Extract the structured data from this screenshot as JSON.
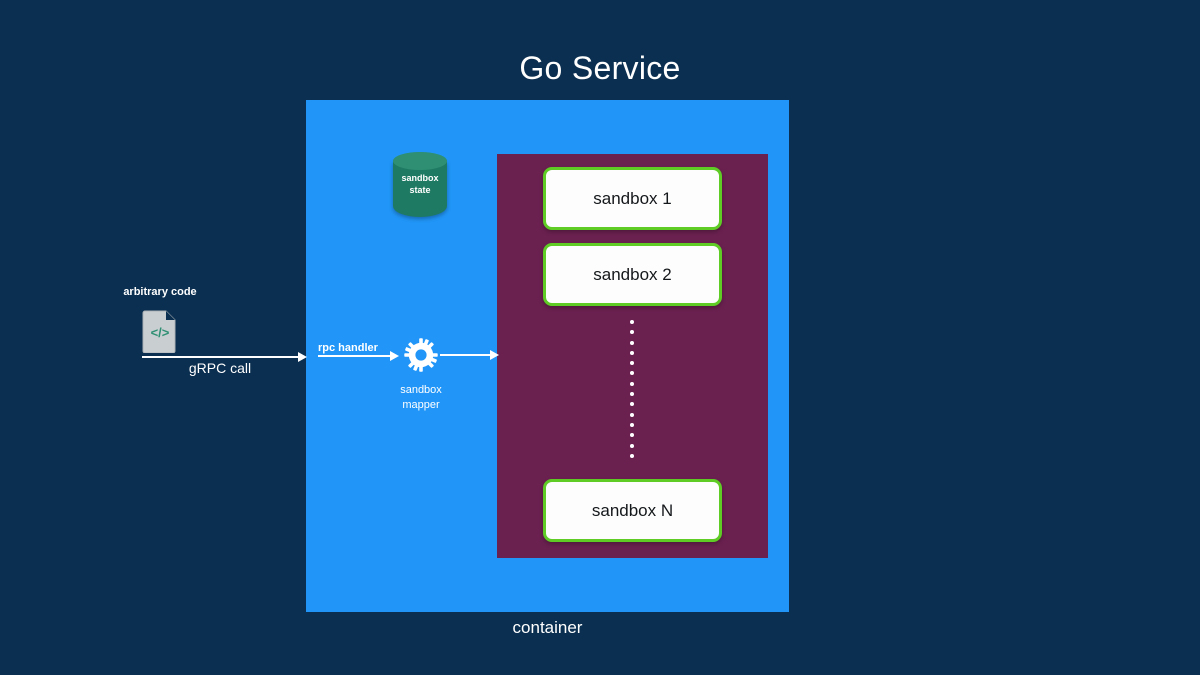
{
  "diagram": {
    "title": "Go Service",
    "container": {
      "label": "container",
      "color": "#2196f8"
    },
    "pool": {
      "color": "#6b2150",
      "sandboxes": [
        {
          "label": "sandbox 1"
        },
        {
          "label": "sandbox 2"
        },
        {
          "label": "sandbox N"
        }
      ],
      "ellipsis_dot_count": 14,
      "card_border_color": "#5fcc26"
    },
    "database": {
      "label_line1": "sandbox",
      "label_line2": "state",
      "icon": "database-cylinder-icon",
      "color": "#1f7a63"
    },
    "client": {
      "label": "arbitrary code",
      "icon": "code-file-icon",
      "code_glyph": "</>"
    },
    "mapper": {
      "icon": "gear-icon",
      "label_line1": "sandbox",
      "label_line2": "mapper"
    },
    "edges": {
      "grpc_call": "gRPC call",
      "rpc_handler": "rpc handler"
    },
    "background_color": "#0b2f50"
  }
}
